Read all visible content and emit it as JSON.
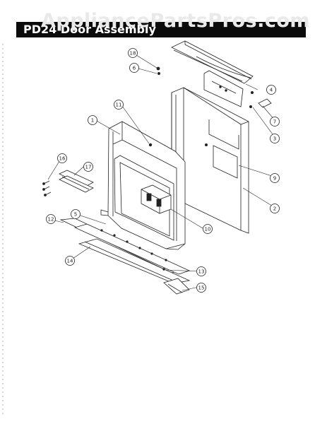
{
  "watermark": "AppliancePartsPros.com",
  "title": "PD24 Door Assembly",
  "callouts": {
    "c1": "1",
    "c2": "2",
    "c3": "3",
    "c4": "4",
    "c5": "5",
    "c6": "6",
    "c7": "7",
    "c9": "9",
    "c10": "10",
    "c11": "11",
    "c12": "12",
    "c13": "13",
    "c14": "14",
    "c15": "15",
    "c16": "16",
    "c17": "17",
    "c18": "18"
  }
}
